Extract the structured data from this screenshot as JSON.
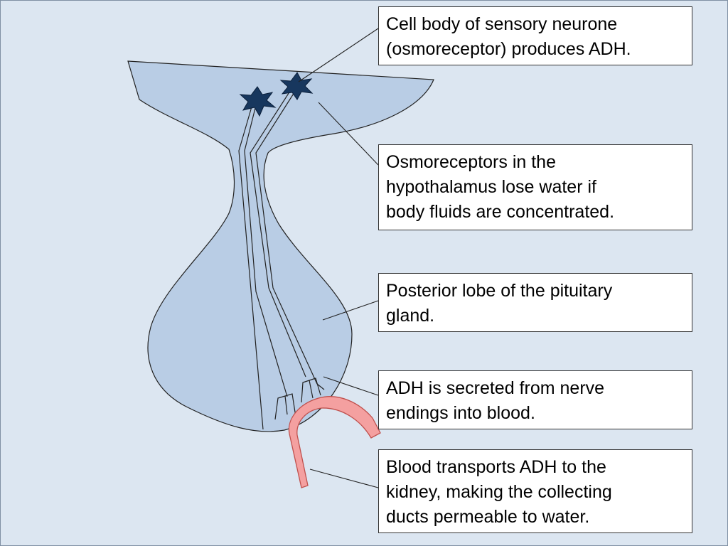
{
  "colors": {
    "background": "#dce6f1",
    "gland_fill": "#b9cde5",
    "neurone_fill": "#17375e",
    "blood_vessel_fill": "#f4a0a0",
    "blood_vessel_stroke": "#c0504d",
    "outline": "#222222"
  },
  "labels": [
    {
      "id": "cell-body",
      "lines": [
        "Cell body of sensory neurone",
        "(osmoreceptor) produces ADH."
      ]
    },
    {
      "id": "osmoreceptors",
      "lines": [
        "Osmoreceptors in the",
        "hypothalamus lose water if",
        "body fluids are concentrated."
      ]
    },
    {
      "id": "posterior-lobe",
      "lines": [
        "Posterior lobe of the pituitary",
        "gland."
      ]
    },
    {
      "id": "adh-secreted",
      "lines": [
        "ADH is secreted from nerve",
        "endings into blood."
      ]
    },
    {
      "id": "blood-transport",
      "lines": [
        "Blood transports ADH to the",
        "kidney, making the collecting",
        "ducts permeable to water."
      ]
    }
  ]
}
